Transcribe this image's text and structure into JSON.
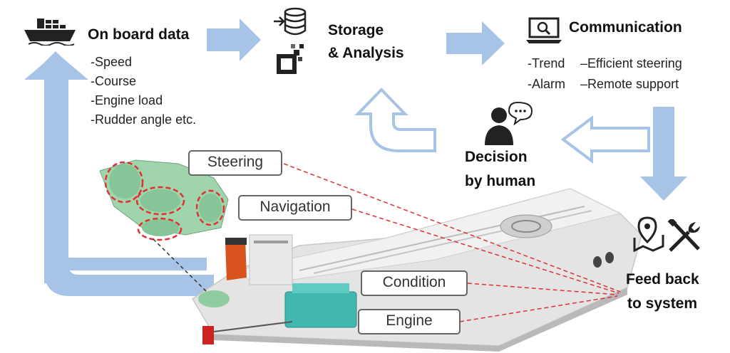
{
  "colors": {
    "arrow": "#a7c3e6",
    "leader_line": "#e03030",
    "highlight_circle": "#e03030",
    "box_border": "#666666",
    "ship_hull": "#d8d8d8",
    "funnel": "#d9531e",
    "engine": "#40b8b0",
    "machinery": "#8fcca0"
  },
  "onboard": {
    "icon": "ship-icon",
    "title": "On board data",
    "items": [
      "-Speed",
      "-Course",
      "-Engine load",
      "-Rudder angle  etc."
    ]
  },
  "storage": {
    "icons": [
      "database-import-icon",
      "data-analysis-icon"
    ],
    "title_line1": "Storage",
    "title_line2": "& Analysis"
  },
  "communication": {
    "icon": "laptop-search-icon",
    "title": "Communication",
    "items": [
      {
        "left": "-Trend",
        "right": "–Efficient steering"
      },
      {
        "left": "-Alarm",
        "right": "–Remote support"
      }
    ]
  },
  "decision": {
    "icon": "person-speech-icon",
    "line1": "Decision",
    "line2": "by human"
  },
  "feedback": {
    "icons": [
      "map-pin-icon",
      "tools-icon"
    ],
    "line1": "Feed back",
    "line2": "to system"
  },
  "labels": {
    "steering": "Steering",
    "navigation": "Navigation",
    "condition": "Condition",
    "engine": "Engine"
  }
}
